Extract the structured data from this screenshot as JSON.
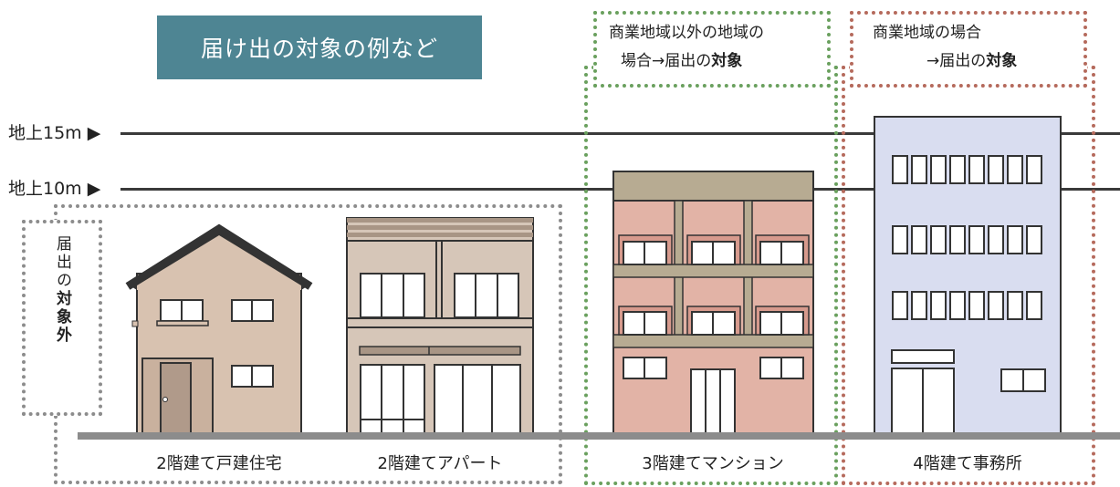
{
  "title": "届け出の対象の例など",
  "levels": {
    "h15": "地上15m ▶",
    "h10": "地上10m ▶"
  },
  "non_commercial": {
    "line1": "商業地域以外の地域の",
    "line2_prefix": "場合→届出の",
    "line2_bold": "対象"
  },
  "commercial": {
    "line1": "商業地域の場合",
    "line2_prefix": "→届出の",
    "line2_bold": "対象"
  },
  "exempt": {
    "prefix": "届出の",
    "bold": "対象外"
  },
  "buildings": [
    {
      "label": "2階建て戸建住宅"
    },
    {
      "label": "2階建てアパート"
    },
    {
      "label": "3階建てマンション"
    },
    {
      "label": "4階建て事務所"
    }
  ],
  "colors": {
    "title_bg": "#4e8593",
    "house_wall": "#d8c2b0",
    "roof": "#333333",
    "apartment_wall": "#d6c6b8",
    "mansion_wall": "#e2b3a6",
    "mansion_band": "#b7ab92",
    "office_wall": "#d9ddf0",
    "green_dash": "#6aa05e",
    "red_dash": "#b56a5c",
    "grey_dash": "#8c8c8c"
  }
}
